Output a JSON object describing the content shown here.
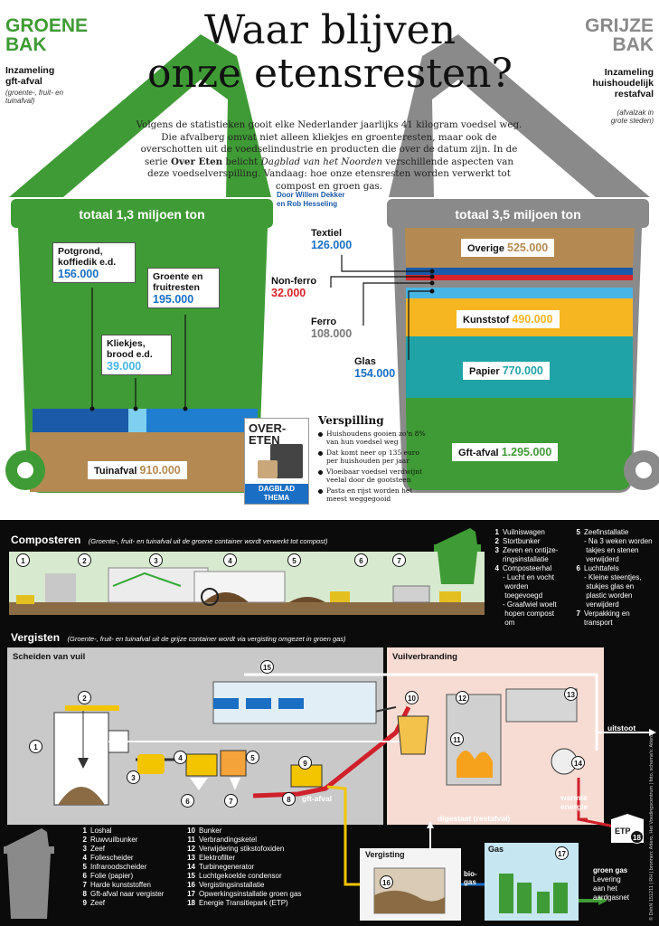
{
  "left": {
    "title_line1": "GROENE",
    "title_line2": "BAK",
    "sub_line1": "Inzameling",
    "sub_line2": "gft-afval",
    "note": "(groente-, fruit- en tuinafval)",
    "total": "totaal 1,3 miljoen ton",
    "items": [
      {
        "name": "Potgrond, koffiedik e.d.",
        "value": "156.000"
      },
      {
        "name": "Groente en fruitresten",
        "value": "195.000"
      },
      {
        "name": "Kliekjes, brood e.d.",
        "value": "39.000"
      },
      {
        "name": "Tuinafval",
        "value": "910.000"
      }
    ]
  },
  "right": {
    "title_line1": "GRIJZE",
    "title_line2": "BAK",
    "sub_line1": "Inzameling",
    "sub_line2": "huishoudelijk",
    "sub_line3": "restafval",
    "note": "(afvalzak in grote steden)",
    "total": "totaal 3,5 miljoen ton",
    "items": [
      {
        "name": "Overige",
        "value": "525.000"
      },
      {
        "name": "Kunststof",
        "value": "490.000"
      },
      {
        "name": "Papier",
        "value": "770.000"
      },
      {
        "name": "Gft-afval",
        "value": "1.295.000"
      }
    ],
    "side_items": [
      {
        "name": "Textiel",
        "value": "126.000"
      },
      {
        "name": "Non-ferro",
        "value": "32.000"
      },
      {
        "name": "Ferro",
        "value": "108.000"
      },
      {
        "name": "Glas",
        "value": "154.000"
      }
    ]
  },
  "headline_line1": "Waar blijven",
  "headline_line2": "onze etensresten?",
  "intro_1": "Volgens de statistieken gooit elke Nederlander jaarlijks 41 kilogram voedsel weg. Die afvalberg omvat niet alleen kliekjes en groenteresten, maar ook de overschotten uit de voedselindustrie en producten die over de datum zijn. In de serie ",
  "intro_bold": "Over Eten",
  "intro_2": " belicht ",
  "intro_italic": "Dagblad van het Noorden",
  "intro_3": " verschillende aspecten van deze voedselverspilling. Vandaag: hoe onze etensresten worden verwerkt tot compost en groen gas.",
  "byline_1": "Door Willem Dekker",
  "byline_2": "en Rob Hesseling",
  "logo": {
    "line1": "OVER-",
    "line2": "ETEN",
    "bar1": "DAGBLAD",
    "bar2": "THEMA"
  },
  "verspilling": {
    "title": "Verspilling",
    "items": [
      "Huishoudens gooien zo'n 8% van hun voedsel weg",
      "Dat komt neer op 135 euro per huishouden per jaar",
      "Vloeibaar voedsel verdwijnt veelal door de gootsteen",
      "Pasta en rijst worden het meest weggegooid"
    ]
  },
  "composteren": {
    "title": "Composteren",
    "subtitle": "(Groente-, fruit- en tuinafval uit de groene container wordt verwerkt tot compost)",
    "steps": [
      "1",
      "2",
      "3",
      "4",
      "5",
      "6",
      "7"
    ]
  },
  "legend_top": [
    {
      "n": "1",
      "t": "Vuilniswagen"
    },
    {
      "n": "2",
      "t": "Stortbunker"
    },
    {
      "n": "3",
      "t": "Zeven en ontijze-"
    },
    {
      "n": "",
      "t": "ringsinstallatie"
    },
    {
      "n": "4",
      "t": "Composteerhal"
    },
    {
      "n": "",
      "t": "- Lucht en vocht"
    },
    {
      "n": "",
      "t": "  worden"
    },
    {
      "n": "",
      "t": "  toegevoegd"
    },
    {
      "n": "",
      "t": "- Graafwiel woelt"
    },
    {
      "n": "",
      "t": "  hopen compost"
    },
    {
      "n": "",
      "t": "  om"
    }
  ],
  "legend_top2": [
    {
      "n": "5",
      "t": "Zeefinstallatie"
    },
    {
      "n": "",
      "t": "- Na 3 weken worden"
    },
    {
      "n": "",
      "t": "  takjes en stenen"
    },
    {
      "n": "",
      "t": "  verwijderd"
    },
    {
      "n": "6",
      "t": "Luchttafels"
    },
    {
      "n": "",
      "t": "- Kleine steentjes,"
    },
    {
      "n": "",
      "t": "  stukjes glas en"
    },
    {
      "n": "",
      "t": "  plastic worden"
    },
    {
      "n": "",
      "t": "  verwijderd"
    },
    {
      "n": "7",
      "t": "Verpakking en"
    },
    {
      "n": "",
      "t": "transport"
    }
  ],
  "vergisten": {
    "title": "Vergisten",
    "subtitle": "(Groente-, fruit- en tuinafval uit de grijze container wordt via vergisting omgezet in groen gas)",
    "scheiden": "Scheiden van vuil",
    "vuilverbranding": "Vuilverbranding",
    "uitstoot": "uitstoot",
    "warmte_1": "warmte",
    "warmte_2": "energie",
    "gft": "gft-afval",
    "digestaat": "digestaat (restafval)",
    "vergisting": "Vergisting",
    "gas": "Gas",
    "bio_1": "bio-",
    "bio_2": "gas",
    "groen_gas": "groen gas",
    "levering_1": "Levering",
    "levering_2": "aan het",
    "levering_3": "aardgasnet",
    "etp": "ETP"
  },
  "legend_bottom_1": [
    {
      "n": "1",
      "t": "Loshal"
    },
    {
      "n": "2",
      "t": "Ruwvuilbunker"
    },
    {
      "n": "3",
      "t": "Zeef"
    },
    {
      "n": "4",
      "t": "Foliescheider"
    },
    {
      "n": "5",
      "t": "Infraroodscheider"
    },
    {
      "n": "6",
      "t": "Folie (papier)"
    },
    {
      "n": "7",
      "t": "Harde kunststoffen"
    },
    {
      "n": "8",
      "t": "Gft-afval naar vergister"
    },
    {
      "n": "9",
      "t": "Zeef"
    }
  ],
  "legend_bottom_2": [
    {
      "n": "10",
      "t": "Bunker"
    },
    {
      "n": "11",
      "t": "Verbrandingsketel"
    },
    {
      "n": "12",
      "t": "Verwijdering stikstofoxiden"
    },
    {
      "n": "13",
      "t": "Elektrofilter"
    },
    {
      "n": "14",
      "t": "Turbinegenerator"
    },
    {
      "n": "15",
      "t": "Luchtgekoelde condensor"
    },
    {
      "n": "16",
      "t": "Vergistingsinstallatie"
    },
    {
      "n": "17",
      "t": "Opwerkingsinstallatie groen gas"
    },
    {
      "n": "18",
      "t": "Energie Transitiepark (ETP)"
    }
  ],
  "credit": "© DvhN 151211 | RH | bronnen: Attero, Het Voedingscentrum | foto, schema's: Attero",
  "colors": {
    "green": "#3f9b35",
    "grey": "#8a8a8a",
    "brown": "#b48a52",
    "blue": "#1a6fc4",
    "lightblue": "#47b5e6",
    "orange": "#f6b622",
    "teal": "#1fa3a6"
  }
}
